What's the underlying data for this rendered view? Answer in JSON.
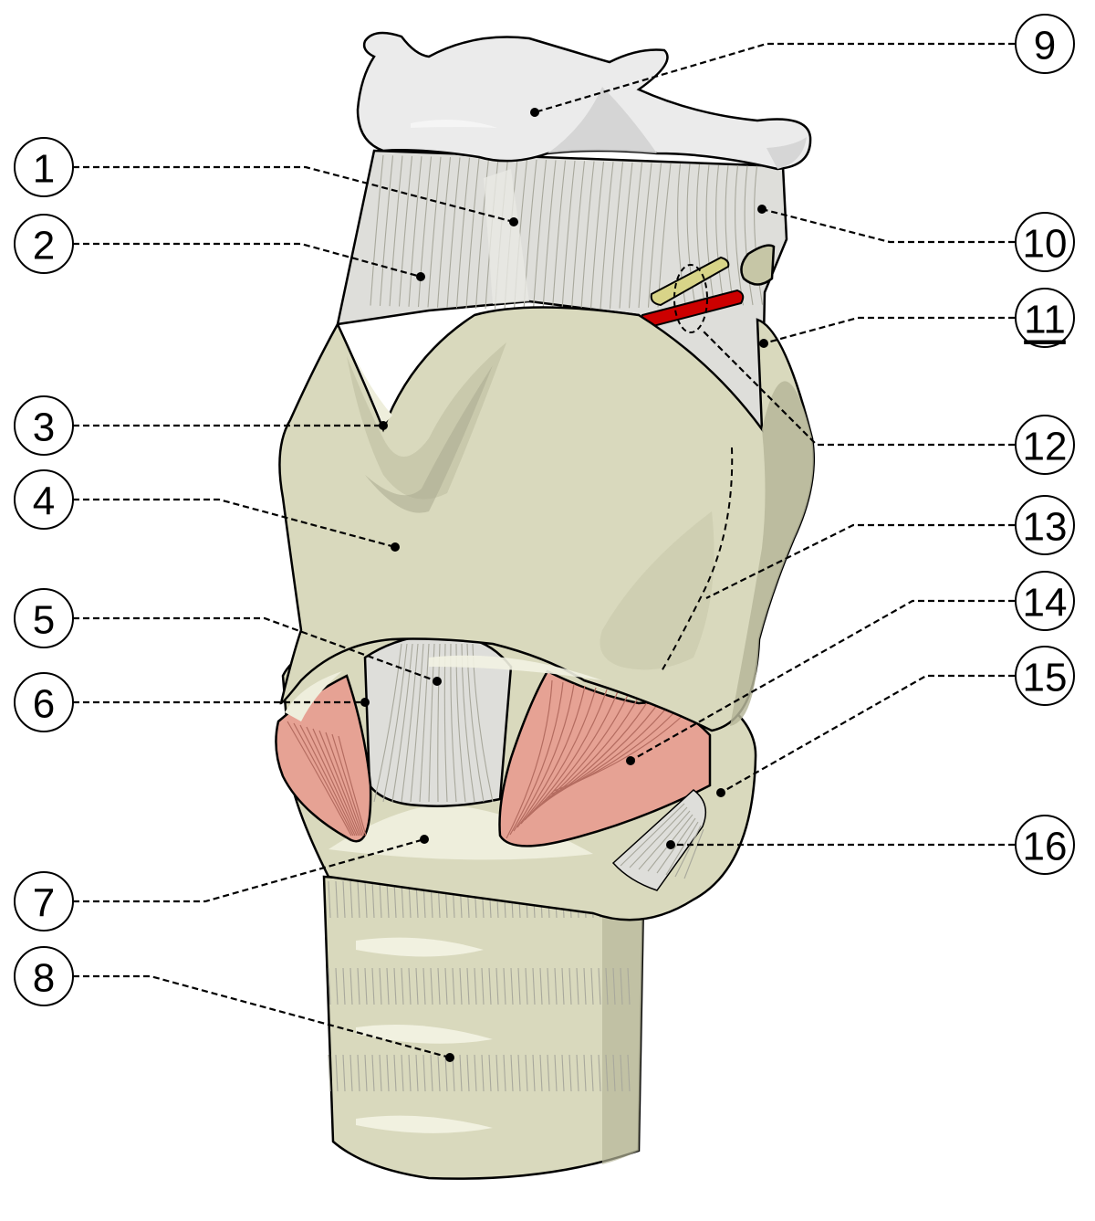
{
  "colors": {
    "cartilage": "#d9d9bd",
    "cartilage_shadow": "#b6b69a",
    "cartilage_highlight": "#eeeedc",
    "membrane": "#dededa",
    "bone": "#ebebeb",
    "muscle": "#e6a294",
    "vein": "#d8d488",
    "artery": "#cc0000"
  },
  "labels": [
    {
      "number": "1"
    },
    {
      "number": "2"
    },
    {
      "number": "3"
    },
    {
      "number": "4"
    },
    {
      "number": "5"
    },
    {
      "number": "6"
    },
    {
      "number": "7"
    },
    {
      "number": "8"
    },
    {
      "number": "9"
    },
    {
      "number": "10"
    },
    {
      "number": "11"
    },
    {
      "number": "12"
    },
    {
      "number": "13"
    },
    {
      "number": "14"
    },
    {
      "number": "15"
    },
    {
      "number": "16"
    }
  ]
}
